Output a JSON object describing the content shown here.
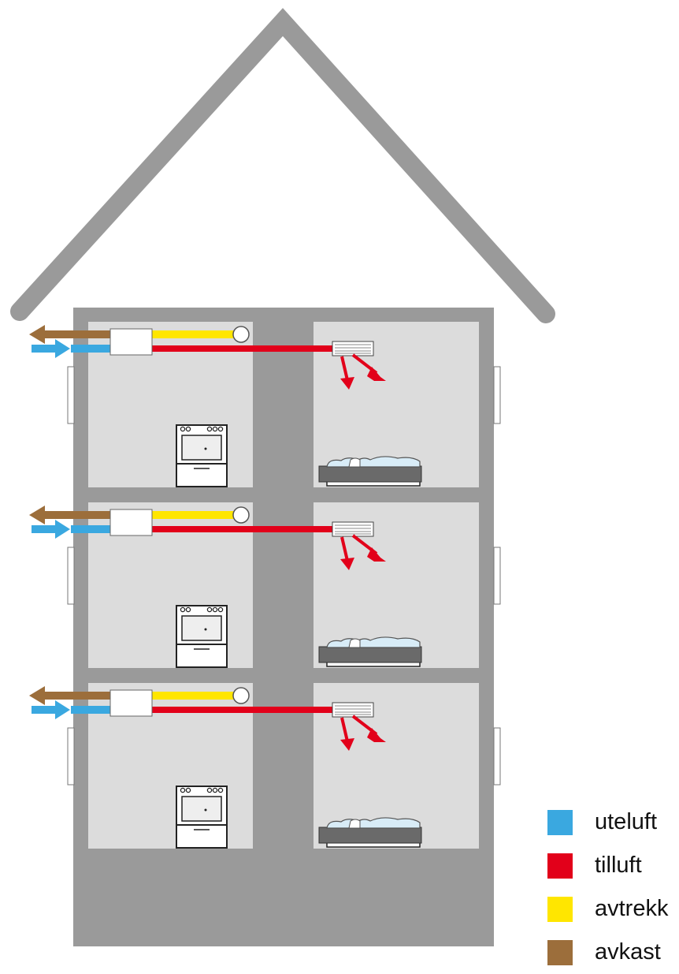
{
  "diagram": {
    "floors": 3,
    "rooms_per_floor": [
      "kitchen",
      "bedroom"
    ],
    "colors": {
      "wall": "#9a9a9a",
      "room": "#dcdcdc",
      "uteluft": "#3aa8e0",
      "tilluft": "#e2001a",
      "avtrekk": "#ffe600",
      "avkast": "#9c6e3b"
    }
  },
  "legend": [
    {
      "key": "uteluft",
      "label": "uteluft",
      "color": "#3aa8e0"
    },
    {
      "key": "tilluft",
      "label": "tilluft",
      "color": "#e2001a"
    },
    {
      "key": "avtrekk",
      "label": "avtrekk",
      "color": "#ffe600"
    },
    {
      "key": "avkast",
      "label": "avkast",
      "color": "#9c6e3b"
    }
  ]
}
